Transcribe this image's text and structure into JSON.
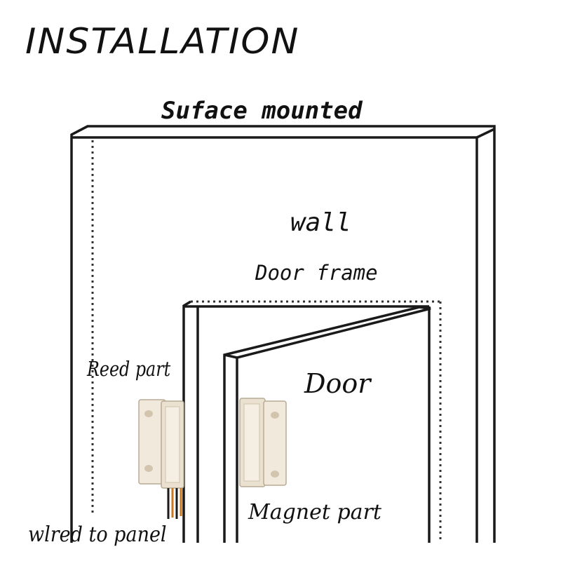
{
  "title": "INSTALLATION",
  "subtitle": "Suface mounted",
  "labels": {
    "wall": "wall",
    "door_frame": "Door frame",
    "door": "Door",
    "reed_part": "Reed part",
    "magnet_part": "Magnet part",
    "wired": "wlred to panel"
  },
  "colors": {
    "line": "#1a1a1a",
    "sensor_body": "#f1e9dc",
    "sensor_shadow": "#d8ccb8",
    "wire_orange": "#c8781e",
    "wire_black": "#1a1a1a"
  }
}
